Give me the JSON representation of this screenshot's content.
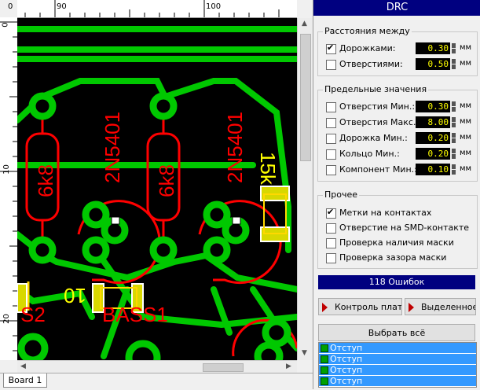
{
  "editor": {
    "ruler_top": [
      "0",
      "90",
      "100"
    ],
    "ruler_left": [
      "0",
      "10",
      "20"
    ],
    "tab": "Board 1",
    "labels": [
      "6k8",
      "6k8",
      "2N5401",
      "2N5401",
      "15k",
      "10",
      "S2",
      "BASS1"
    ]
  },
  "drc": {
    "title": "DRC",
    "unit": "мм",
    "spacing": {
      "label": "Расстояния между",
      "rows": [
        {
          "label": "Дорожками:",
          "checked": true,
          "value": "0.30"
        },
        {
          "label": "Отверстиями:",
          "checked": false,
          "value": "0.50"
        }
      ]
    },
    "limits": {
      "label": "Предельные значения",
      "rows": [
        {
          "label": "Отверстия  Мин.:",
          "checked": false,
          "value": "0.30"
        },
        {
          "label": "Отверстия  Макс.:",
          "checked": false,
          "value": "8.00"
        },
        {
          "label": "Дорожка  Мин.:",
          "checked": false,
          "value": "0.20"
        },
        {
          "label": "Кольцо  Мин.:",
          "checked": false,
          "value": "0.20"
        },
        {
          "label": "Компонент  Мин.:",
          "checked": false,
          "value": "0.10"
        }
      ]
    },
    "other": {
      "label": "Прочее",
      "rows": [
        {
          "label": "Метки на контактах",
          "checked": true
        },
        {
          "label": "Отверстие на SMD-контакте",
          "checked": false
        },
        {
          "label": "Проверка наличия маски",
          "checked": false
        },
        {
          "label": "Проверка зазора маски",
          "checked": false
        }
      ]
    },
    "errors_count": "118 Ошибок",
    "check_board_btn": "Контроль платы",
    "check_selected_btn": "Выделенное",
    "select_all_btn": "Выбрать всё",
    "error_items": [
      "Отступ",
      "Отступ",
      "Отступ",
      "Отступ"
    ]
  },
  "colors": {
    "copper": "#00c800",
    "silk": "#ff0000",
    "pad_smd": "#ffff00",
    "title_bg": "#000080",
    "list_sel": "#3399ff"
  }
}
